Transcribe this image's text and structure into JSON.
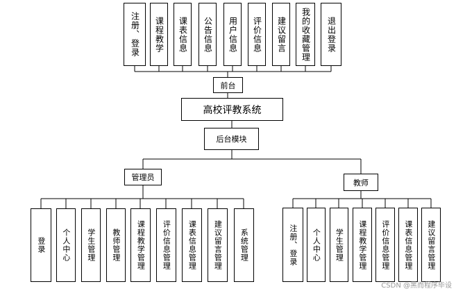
{
  "diagram": {
    "front": {
      "label": "前台",
      "items": [
        "注册、登录",
        "课程教学",
        "课表信息",
        "公告信息",
        "用户信息",
        "评价信息",
        "建议留言",
        "我的收藏管理",
        "退出登录"
      ]
    },
    "system": {
      "label": "高校评教系统"
    },
    "backend": {
      "label": "后台模块"
    },
    "admin": {
      "label": "管理员",
      "items": [
        "登录",
        "个人中心",
        "学生管理",
        "教师管理",
        "课程教学管理",
        "评价信息管理",
        "课表信息管理",
        "建议留言管理",
        "系统管理"
      ]
    },
    "teacher": {
      "label": "教师",
      "items": [
        "注册、登录",
        "个人中心",
        "学生管理",
        "课程教学管理",
        "评价信息管理",
        "课表信息管理",
        "建议留言管理"
      ]
    }
  },
  "watermark": "CSDN @黑而程序毕设"
}
